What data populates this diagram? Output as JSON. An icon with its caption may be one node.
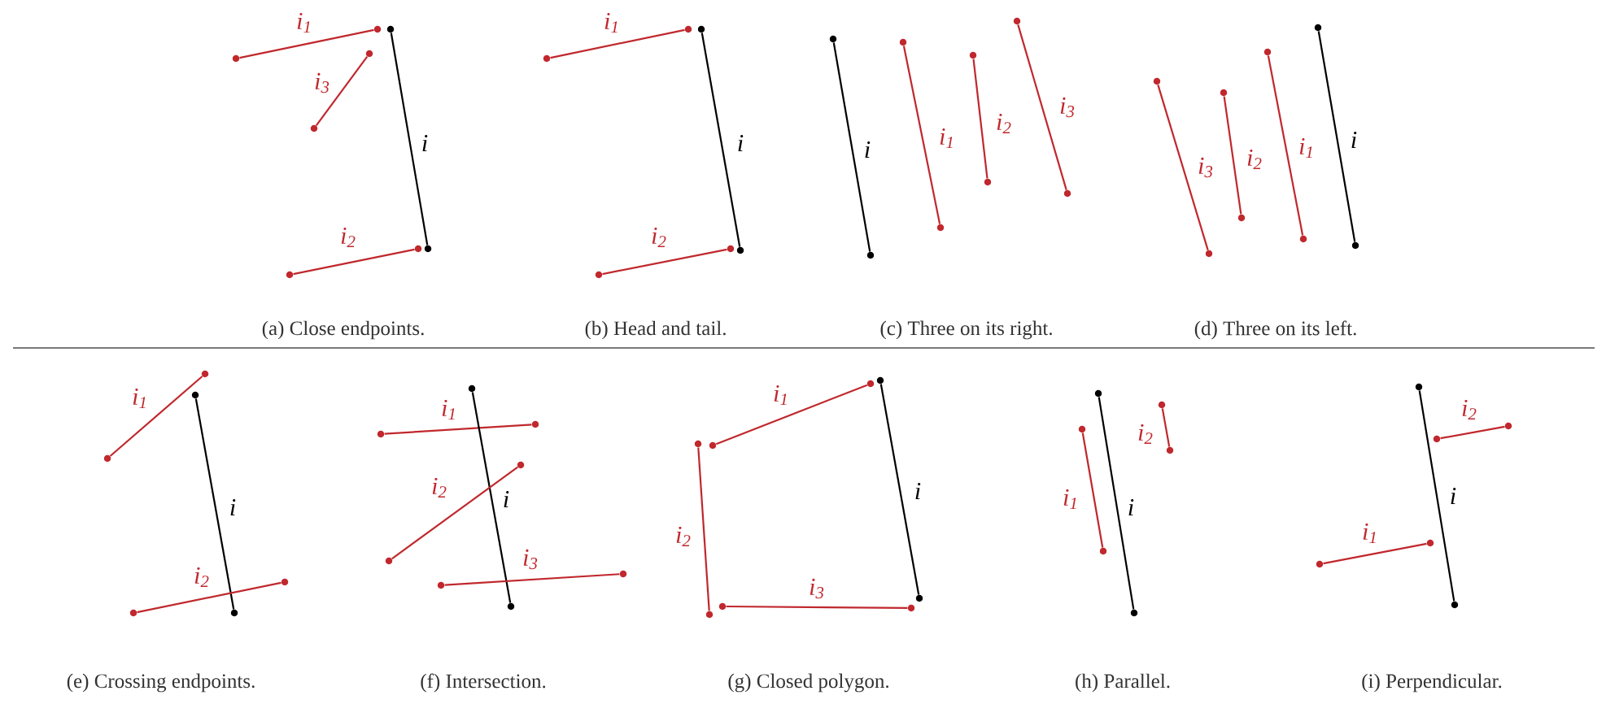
{
  "diagram": {
    "nodes": [
      {
        "text": [],
        "shape": "circle"
      },
      {
        "text": [],
        "shape": "circle"
      },
      {
        "text": [],
        "shape": "circle"
      },
      {
        "text": [],
        "shape": "circle"
      },
      {
        "text": [],
        "shape": "circle"
      },
      {
        "text": [],
        "shape": "circle"
      },
      {
        "text": [],
        "shape": "circle"
      },
      {
        "text": [],
        "shape": "circle"
      },
      {
        "text": [],
        "shape": "circle"
      },
      {
        "text": [],
        "shape": "circle"
      },
      {
        "text": [],
        "shape": "circle"
      },
      {
        "text": [],
        "shape": "circle"
      },
      {
        "text": [],
        "shape": "circle"
      },
      {
        "text": [],
        "shape": "circle"
      },
      {
        "text": [],
        "shape": "circle"
      },
      {
        "text": [],
        "shape": "circle"
      },
      {
        "text": [],
        "shape": "circle"
      },
      {
        "text": [],
        "shape": "circle"
      },
      {
        "text": [],
        "shape": "circle"
      },
      {
        "text": [],
        "shape": "circle"
      },
      {
        "text": [],
        "shape": "circle"
      },
      {
        "text": [],
        "shape": "circle"
      },
      {
        "text": [],
        "shape": "circle"
      },
      {
        "text": [],
        "shape": "circle"
      },
      {
        "text": [],
        "shape": "circle"
      },
      {
        "text": [],
        "shape": "circle"
      },
      {
        "text": [],
        "shape": "circle"
      },
      {
        "text": [],
        "shape": "circle"
      },
      {
        "text": [],
        "shape": "circle"
      },
      {
        "text": [],
        "shape": "circle"
      },
      {
        "text": [],
        "shape": "circle"
      },
      {
        "text": [],
        "shape": "circle"
      },
      {
        "text": [],
        "shape": "circle"
      },
      {
        "text": [],
        "shape": "circle"
      },
      {
        "text": [],
        "shape": "circle"
      },
      {
        "text": [],
        "shape": "circle"
      },
      {
        "text": [],
        "shape": "circle"
      },
      {
        "text": [],
        "shape": "circle"
      },
      {
        "text": [],
        "shape": "circle"
      },
      {
        "text": [],
        "shape": "circle"
      },
      {
        "text": [],
        "shape": "circle"
      },
      {
        "text": [],
        "shape": "circle"
      },
      {
        "text": [],
        "shape": "circle"
      },
      {
        "text": [],
        "shape": "circle"
      },
      {
        "text": [],
        "shape": "circle"
      },
      {
        "text": [],
        "shape": "circle"
      },
      {
        "text": [],
        "shape": "circle"
      },
      {
        "text": [],
        "shape": "circle"
      },
      {
        "text": [],
        "shape": "circle"
      },
      {
        "text": [],
        "shape": "circle"
      },
      {
        "text": [],
        "shape": "circle"
      },
      {
        "text": [],
        "shape": "circle"
      },
      {
        "text": [],
        "shape": "circle"
      },
      {
        "text": [],
        "shape": "circle"
      },
      {
        "text": [],
        "shape": "circle"
      },
      {
        "text": [],
        "shape": "circle"
      },
      {
        "text": [],
        "shape": "circle"
      },
      {
        "text": [],
        "shape": "circle"
      },
      {
        "text": [],
        "shape": "circle"
      },
      {
        "text": [],
        "shape": "circle"
      },
      {
        "text": [],
        "shape": "circle"
      },
      {
        "text": [],
        "shape": "circle"
      },
      {
        "text": [],
        "shape": "circle"
      },
      {
        "text": [],
        "shape": "circle"
      }
    ],
    "edges": [
      {
        "from": 0,
        "to": 1,
        "arrow": "none",
        "label": "i",
        "color": "#000000"
      },
      {
        "from": 2,
        "to": 3,
        "arrow": "none",
        "label": "i$_{1}$"
      },
      {
        "from": 4,
        "to": 5,
        "arrow": "none",
        "label": "i$_{2}$"
      },
      {
        "from": 6,
        "to": 7,
        "arrow": "none",
        "label": "i$_{3}$"
      },
      {
        "from": 8,
        "to": 9,
        "arrow": "none",
        "label": "i",
        "color": "#000000"
      },
      {
        "from": 10,
        "to": 11,
        "arrow": "none",
        "label": "i$_{1}$"
      },
      {
        "from": 12,
        "to": 13,
        "arrow": "none",
        "label": "i$_{2}$"
      },
      {
        "from": 14,
        "to": 15,
        "arrow": "none",
        "label": "i",
        "color": "#000000"
      },
      {
        "from": 16,
        "to": 17,
        "arrow": "none",
        "label": "i$_{1}$"
      },
      {
        "from": 18,
        "to": 19,
        "arrow": "none",
        "label": "i$_{2}$"
      },
      {
        "from": 20,
        "to": 21,
        "arrow": "none",
        "label": "i$_{3}$"
      },
      {
        "from": 22,
        "to": 23,
        "arrow": "none",
        "label": "i$_{3}$"
      },
      {
        "from": 24,
        "to": 25,
        "arrow": "none",
        "label": "i$_{2}$"
      },
      {
        "from": 26,
        "to": 27,
        "arrow": "none",
        "label": "i$_{1}$"
      },
      {
        "from": 28,
        "to": 29,
        "arrow": "none",
        "label": "i",
        "color": "#000000"
      },
      {
        "from": 30,
        "to": 31,
        "arrow": "none",
        "label": "i$_{1}$"
      },
      {
        "from": 32,
        "to": 33,
        "arrow": "none",
        "label": "i",
        "color": "#000000"
      },
      {
        "from": 34,
        "to": 35,
        "arrow": "none",
        "label": "i$_{2}$"
      },
      {
        "from": 36,
        "to": 37,
        "arrow": "none",
        "label": "i$_{1}$"
      },
      {
        "from": 38,
        "to": 39,
        "arrow": "none",
        "label": "i",
        "color": "#000000"
      },
      {
        "from": 40,
        "to": 41,
        "arrow": "none",
        "label": "i$_{2}$"
      },
      {
        "from": 42,
        "to": 43,
        "arrow": "none",
        "label": "i$_{3}$"
      },
      {
        "from": 44,
        "to": 45,
        "arrow": "none",
        "label": "i$_{1}$"
      },
      {
        "from": 46,
        "to": 47,
        "arrow": "none",
        "label": "i$_{2}$"
      },
      {
        "from": 48,
        "to": 49,
        "arrow": "none",
        "label": "i$_{3}$"
      },
      {
        "from": 50,
        "to": 51,
        "arrow": "none",
        "label": "i",
        "color": "#000000"
      },
      {
        "from": 52,
        "to": 53,
        "arrow": "none",
        "label": "i$_{1}$"
      },
      {
        "from": 54,
        "to": 55,
        "arrow": "none",
        "label": "i",
        "color": "#000000"
      },
      {
        "from": 56,
        "to": 57,
        "arrow": "none",
        "label": "i$_{2}$"
      },
      {
        "from": 58,
        "to": 59,
        "arrow": "none",
        "label": "i",
        "color": "#000000"
      },
      {
        "from": 60,
        "to": 61,
        "arrow": "none",
        "label": "i$_{2}$"
      },
      {
        "from": 62,
        "to": 63,
        "arrow": "none",
        "label": "i$_{1}$"
      }
    ],
    "labels": [
      "(a) Close endpoints.",
      "(b) Head and tail.",
      "(c) Three on its right.",
      "(d) Three on its left.",
      "(e) Crossing endpoints.",
      "(f) Intersection.",
      "(g) Closed polygon.",
      "(h) Parallel.",
      "(i) Perpendicular."
    ]
  }
}
